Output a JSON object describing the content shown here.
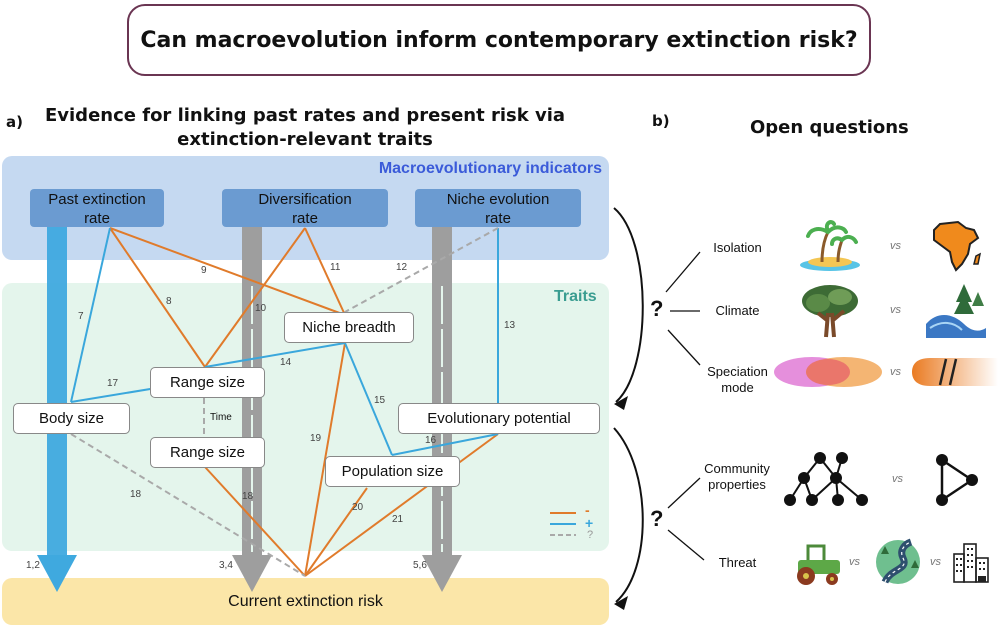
{
  "title": "Can macroevolution inform contemporary extinction risk?",
  "panel_a": {
    "letter": "a)",
    "heading_line1": "Evidence for linking past rates and present risk via",
    "heading_line2": "extinction-relevant traits",
    "macro_label": "Macroevolutionary indicators",
    "traits_label": "Traits",
    "indicators": {
      "past_extinction": [
        "Past extinction",
        "rate"
      ],
      "diversification": [
        "Diversification",
        "rate"
      ],
      "niche_evolution": [
        "Niche evolution",
        "rate"
      ]
    },
    "traits": {
      "niche_breadth": "Niche breadth",
      "range_size_top": "Range size",
      "range_size_bottom": "Range size",
      "time": "Time",
      "body_size": "Body size",
      "evolutionary_potential": "Evolutionary potential",
      "population_size": "Population size"
    },
    "risk": "Current extinction risk",
    "arrow_refs": {
      "left": "1,2",
      "middle": "3,4",
      "right": "5,6"
    },
    "link_numbers": [
      "7",
      "8",
      "9",
      "10",
      "11",
      "12",
      "13",
      "14",
      "15",
      "16",
      "17",
      "18",
      "18",
      "19",
      "20",
      "21"
    ],
    "legend": {
      "negative": "-",
      "positive": "+",
      "unknown": "?"
    },
    "colors": {
      "negative": "#e07b2b",
      "positive": "#3aa7dc",
      "unknown": "#a9a9a9",
      "macro_title": "#3b5bd9",
      "traits_title": "#3a9d91"
    }
  },
  "panel_b": {
    "letter": "b)",
    "heading": "Open questions",
    "qmark": "?",
    "vs": "vs",
    "group1": [
      "Isolation",
      "Climate",
      [
        "Speciation",
        "mode"
      ]
    ],
    "group2": [
      [
        "Community",
        "properties"
      ],
      "Threat"
    ],
    "icon_names": [
      "island-icon",
      "continent-icon",
      "tree-icon",
      "river-forest-icon",
      "sympatric-ellipses-icon",
      "allopatric-barrier-icon",
      "food-web-icon",
      "triangle-network-icon",
      "tractor-icon",
      "road-icon",
      "city-icon"
    ]
  }
}
